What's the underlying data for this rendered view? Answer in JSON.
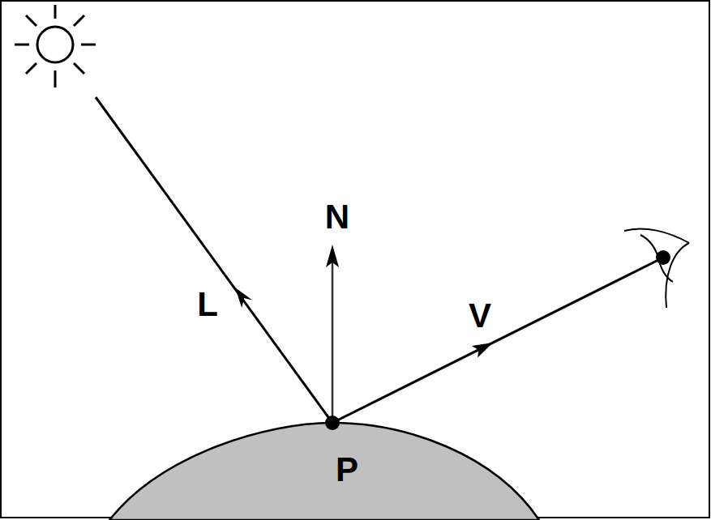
{
  "diagram": {
    "labels": [
      "L",
      "N",
      "V",
      "P"
    ]
  }
}
